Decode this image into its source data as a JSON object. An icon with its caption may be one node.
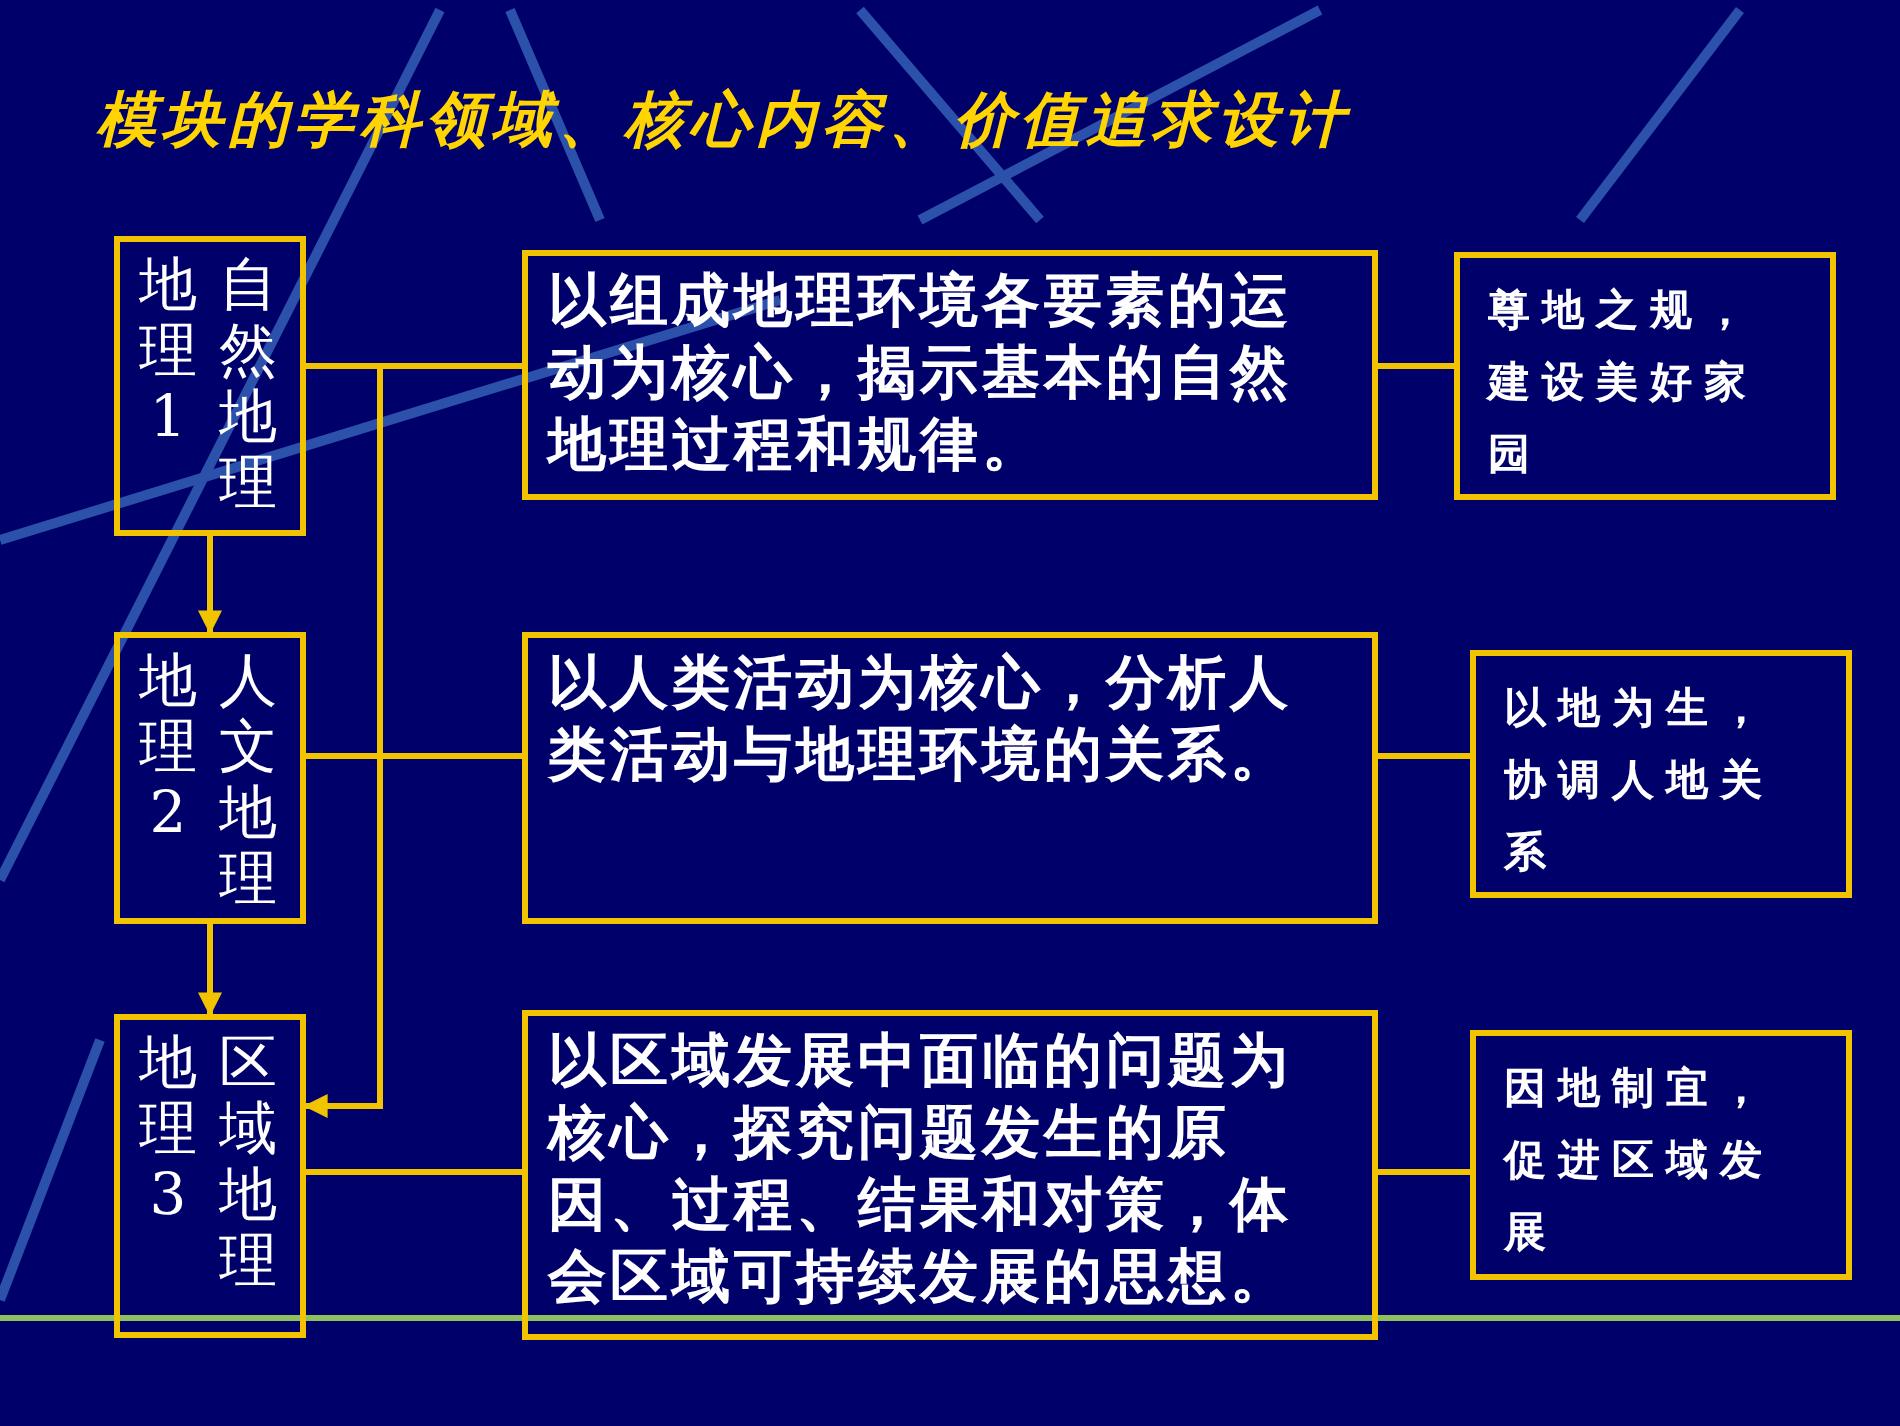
{
  "diagram": {
    "title": "模块的学科领域、核心内容、价值追求设计",
    "nodes": [
      {
        "text": [
          "自然地理地理1"
        ]
      },
      {
        "text": [
          "人文地理地理2"
        ]
      },
      {
        "text": [
          "区域地理地理3"
        ]
      },
      {
        "text": [
          "以组成地理环境各要素的运动为核心，揭示基本的自然地理过程和规律。"
        ]
      },
      {
        "text": [
          "以人类活动为核心，分析人类活动与地理环境的关系。"
        ]
      },
      {
        "text": [
          "以区域发展中面临的问题为核心，探究问题发生的原因、过程、结果和对策，体会区域可持续发展的思想。"
        ]
      },
      {
        "text": [
          "尊地之规，建设美好家园"
        ]
      },
      {
        "text": [
          "以地为生，协调人地关系"
        ]
      },
      {
        "text": [
          "因地制宜，促进区域发展"
        ]
      }
    ],
    "edges": [
      {
        "from": 0,
        "to": 1,
        "arrow": "to"
      },
      {
        "from": 1,
        "to": 2,
        "arrow": "to"
      },
      {
        "from": 0,
        "to": 2,
        "arrow": "to"
      },
      {
        "from": 0,
        "to": 3,
        "arrow": "none"
      },
      {
        "from": 1,
        "to": 4,
        "arrow": "none"
      },
      {
        "from": 2,
        "to": 5,
        "arrow": "none"
      },
      {
        "from": 3,
        "to": 6,
        "arrow": "none"
      },
      {
        "from": 4,
        "to": 7,
        "arrow": "none"
      },
      {
        "from": 5,
        "to": 8,
        "arrow": "none"
      }
    ]
  }
}
